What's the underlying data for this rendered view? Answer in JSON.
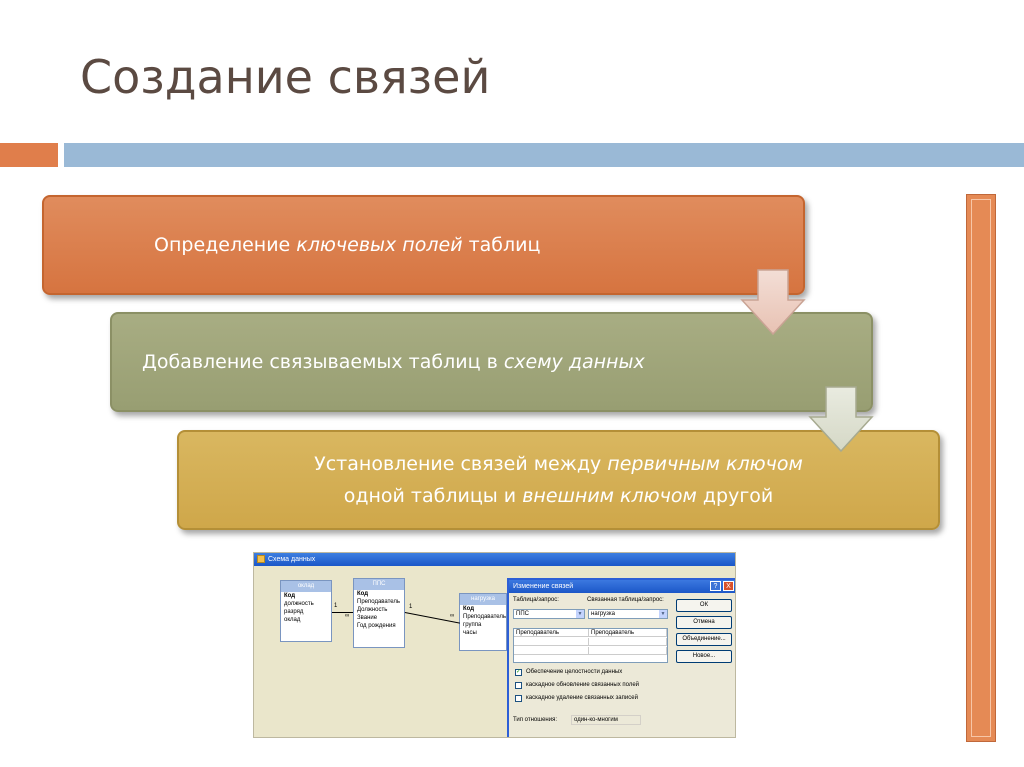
{
  "title": "Создание связей",
  "steps": [
    {
      "before": "Определение ",
      "em": "ключевых полей",
      "after": " таблиц"
    },
    {
      "before": "Добавление связываемых таблиц в ",
      "em": "схему данных",
      "after": ""
    },
    {
      "line1_before": "Установление связей между ",
      "line1_em": "первичным ключом",
      "line2_before": "одной таблицы и ",
      "line2_em": "внешним ключом",
      "line2_after": " другой"
    }
  ],
  "screenshot": {
    "window_title": "Схема данных",
    "tables": [
      {
        "name": "оклад",
        "fields": [
          "Код",
          "должность",
          "разряд",
          "оклад"
        ]
      },
      {
        "name": "ППС",
        "fields": [
          "Код",
          "Преподаватель",
          "Должность",
          "Звание",
          "Год рождения"
        ]
      },
      {
        "name": "нагрузка",
        "fields": [
          "Код",
          "Преподаватель",
          "группа",
          "часы"
        ]
      }
    ],
    "relation_labels": {
      "one_a": "1",
      "many_a": "∞",
      "one_b": "1",
      "many_b": "∞"
    },
    "dialog": {
      "title": "Изменение связей",
      "help": "?",
      "close": "X",
      "table_label": "Таблица/запрос:",
      "related_label": "Связанная таблица/запрос:",
      "table_value": "ППС",
      "related_value": "нагрузка",
      "field_left": "Преподаватель",
      "field_right": "Преподаватель",
      "buttons": [
        "ОК",
        "Отмена",
        "Объединение...",
        "Новое..."
      ],
      "checkboxes": [
        {
          "label": "Обеспечение целостности данных",
          "checked": true
        },
        {
          "label": "каскадное обновление связанных полей",
          "checked": false
        },
        {
          "label": "каскадное удаление связанных записей",
          "checked": false
        }
      ],
      "relation_type_label": "Тип отношения:",
      "relation_type_value": "один-ко-многим"
    }
  },
  "colors": {
    "step1": "#d67440",
    "step2": "#989e72",
    "step3": "#cfa74a",
    "accent_orange": "#e07e4b",
    "accent_blue": "#9ab9d6"
  }
}
